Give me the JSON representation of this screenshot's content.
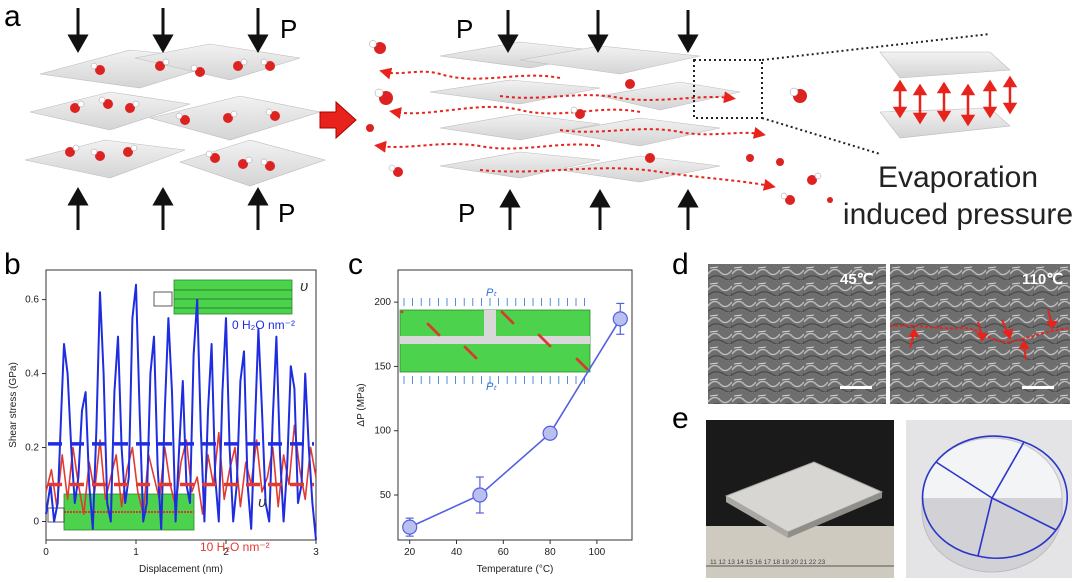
{
  "figure": {
    "panels": {
      "a": {
        "letter": "a",
        "pressure_labels": [
          "P",
          "P",
          "P",
          "P"
        ],
        "caption_line1": "Evaporation",
        "caption_line2": "induced pressure"
      },
      "b": {
        "letter": "b",
        "inset_top_label": "0 H₂O nm⁻²",
        "inset_bottom_label": "10 H₂O nm⁻²",
        "velocity_symbol": "υ"
      },
      "c": {
        "letter": "c",
        "inset_label": "Pₜ"
      },
      "d": {
        "letter": "d",
        "left_temp": "45℃",
        "right_temp": "110℃"
      },
      "e": {
        "letter": "e",
        "ruler_text": "11 12 13 14 15 16 17 18 19 20 21 22 23"
      }
    },
    "colors": {
      "zero_water": "#1f2de0",
      "ten_water": "#e03a32",
      "line_c": "#5460e0",
      "marker_fill": "#b9c0f0",
      "arrow_red": "#e8231c"
    }
  },
  "chart_data": [
    {
      "id": "b",
      "type": "line",
      "xlabel": "Displacement (nm)",
      "ylabel": "Shear stress (GPa)",
      "xlim": [
        0,
        3
      ],
      "ylim": [
        -0.05,
        0.68
      ],
      "xticks": [
        "0",
        "1",
        "2",
        "3"
      ],
      "yticks": [
        "0",
        "0.2",
        "0.4",
        "0.6"
      ],
      "series": [
        {
          "name": "0 H₂O nm⁻²",
          "x": [
            0.0,
            0.05,
            0.09,
            0.13,
            0.17,
            0.2,
            0.24,
            0.28,
            0.32,
            0.36,
            0.4,
            0.44,
            0.48,
            0.52,
            0.56,
            0.6,
            0.64,
            0.68,
            0.72,
            0.76,
            0.8,
            0.84,
            0.88,
            0.92,
            0.96,
            1.0,
            1.04,
            1.08,
            1.12,
            1.16,
            1.2,
            1.24,
            1.28,
            1.32,
            1.36,
            1.4,
            1.44,
            1.48,
            1.52,
            1.56,
            1.6,
            1.64,
            1.68,
            1.72,
            1.76,
            1.8,
            1.84,
            1.88,
            1.92,
            1.96,
            2.0,
            2.04,
            2.08,
            2.12,
            2.16,
            2.2,
            2.24,
            2.28,
            2.32,
            2.36,
            2.4,
            2.44,
            2.48,
            2.52,
            2.56,
            2.6,
            2.64,
            2.68,
            2.72,
            2.76,
            2.8,
            2.84,
            2.88,
            2.92,
            2.96,
            3.0
          ],
          "y": [
            0.02,
            0.1,
            0.0,
            0.05,
            0.3,
            0.48,
            0.4,
            0.2,
            0.05,
            0.12,
            0.3,
            0.35,
            0.1,
            -0.02,
            0.25,
            0.62,
            0.4,
            0.05,
            0.0,
            0.35,
            0.5,
            0.2,
            0.05,
            0.12,
            0.55,
            0.64,
            0.3,
            0.0,
            0.05,
            0.4,
            0.5,
            0.15,
            -0.02,
            0.3,
            0.55,
            0.35,
            0.0,
            0.2,
            0.38,
            0.1,
            0.05,
            0.45,
            0.6,
            0.25,
            0.0,
            0.3,
            0.48,
            0.12,
            0.0,
            0.35,
            0.55,
            0.2,
            0.0,
            0.1,
            0.38,
            0.46,
            0.1,
            -0.02,
            0.25,
            0.52,
            0.3,
            0.05,
            0.0,
            0.28,
            0.5,
            0.18,
            0.0,
            0.15,
            0.42,
            0.36,
            0.05,
            0.1,
            0.4,
            0.2,
            0.05,
            -0.05
          ]
        },
        {
          "name": "10 H₂O nm⁻²",
          "x": [
            0.0,
            0.06,
            0.12,
            0.18,
            0.24,
            0.3,
            0.36,
            0.42,
            0.48,
            0.54,
            0.6,
            0.66,
            0.72,
            0.78,
            0.84,
            0.9,
            0.96,
            1.02,
            1.08,
            1.14,
            1.2,
            1.26,
            1.32,
            1.38,
            1.44,
            1.5,
            1.56,
            1.62,
            1.68,
            1.74,
            1.8,
            1.86,
            1.92,
            1.98,
            2.04,
            2.1,
            2.16,
            2.22,
            2.28,
            2.34,
            2.4,
            2.46,
            2.52,
            2.58,
            2.64,
            2.7,
            2.76,
            2.82,
            2.88,
            2.94,
            3.0
          ],
          "y": [
            0.08,
            0.14,
            0.04,
            0.18,
            0.06,
            0.2,
            0.1,
            0.02,
            0.16,
            0.08,
            0.22,
            0.06,
            0.12,
            0.18,
            0.04,
            0.14,
            0.2,
            0.08,
            0.02,
            0.18,
            0.12,
            0.06,
            0.2,
            0.1,
            0.04,
            0.16,
            0.22,
            0.08,
            0.12,
            0.02,
            0.18,
            0.1,
            0.24,
            0.06,
            0.14,
            0.2,
            0.04,
            0.16,
            0.1,
            0.22,
            0.08,
            0.12,
            0.2,
            0.04,
            0.18,
            0.1,
            0.26,
            0.14,
            0.06,
            0.2,
            0.12
          ]
        }
      ],
      "averages": [
        {
          "name": "0 H₂O nm⁻²",
          "y": 0.21
        },
        {
          "name": "10 H₂O nm⁻²",
          "y": 0.1
        }
      ]
    },
    {
      "id": "c",
      "type": "line",
      "xlabel": "Temperature (°C)",
      "ylabel": "ΔP (MPa)",
      "xlim": [
        15,
        115
      ],
      "ylim": [
        15,
        225
      ],
      "xticks": [
        "20",
        "40",
        "60",
        "80",
        "100"
      ],
      "yticks": [
        "50",
        "100",
        "150",
        "200"
      ],
      "x": [
        20,
        50,
        80,
        110
      ],
      "y": [
        25,
        50,
        98,
        187
      ],
      "err": [
        7,
        14,
        4,
        12
      ]
    }
  ]
}
